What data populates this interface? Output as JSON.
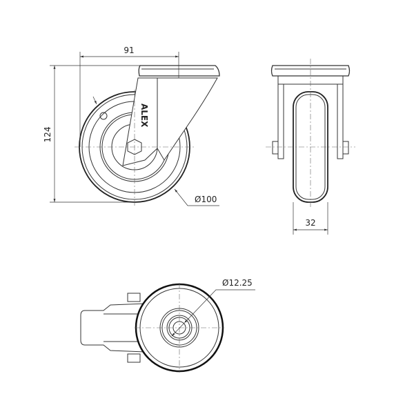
{
  "drawing": {
    "brand_logo": "ALEX",
    "dimensions": {
      "mounting_offset": "91",
      "overall_height": "124",
      "wheel_diameter": "Ø100",
      "wheel_width": "32",
      "bore_diameter": "Ø12.25"
    }
  }
}
